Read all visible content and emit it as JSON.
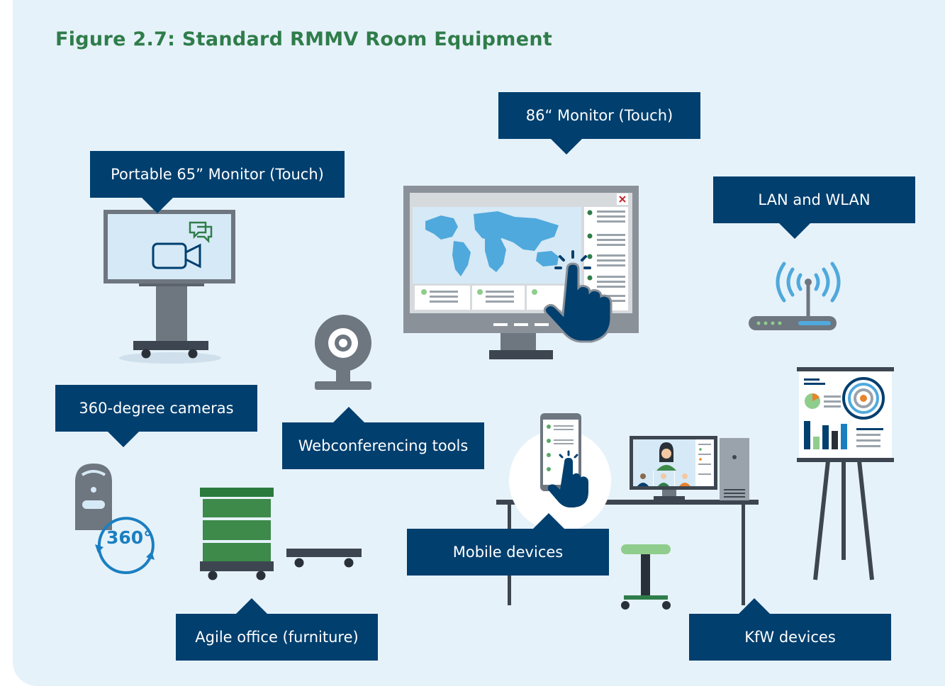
{
  "figure": {
    "title": "Figure 2.7: Standard RMMV Room Equipment"
  },
  "labels": {
    "monitor_86": "86“ Monitor (Touch)",
    "portable_65": "Portable 65” Monitor (Touch)",
    "lan_wlan": "LAN and WLAN",
    "cameras_360": "360-degree cameras",
    "webconferencing": "Webconferencing tools",
    "mobile_devices": "Mobile devices",
    "agile_office": "Agile office (furniture)",
    "kfw_devices": "KfW devices"
  },
  "icons": {
    "camera_360_text": "360°"
  },
  "colors": {
    "background": "#e6f2fa",
    "title_green": "#2f7d4a",
    "label_navy": "#003f6e",
    "device_gray": "#6e7680",
    "screen_blue": "#d6e9f6",
    "map_blue": "#4fa9dc",
    "accent_green": "#5aa86a"
  }
}
